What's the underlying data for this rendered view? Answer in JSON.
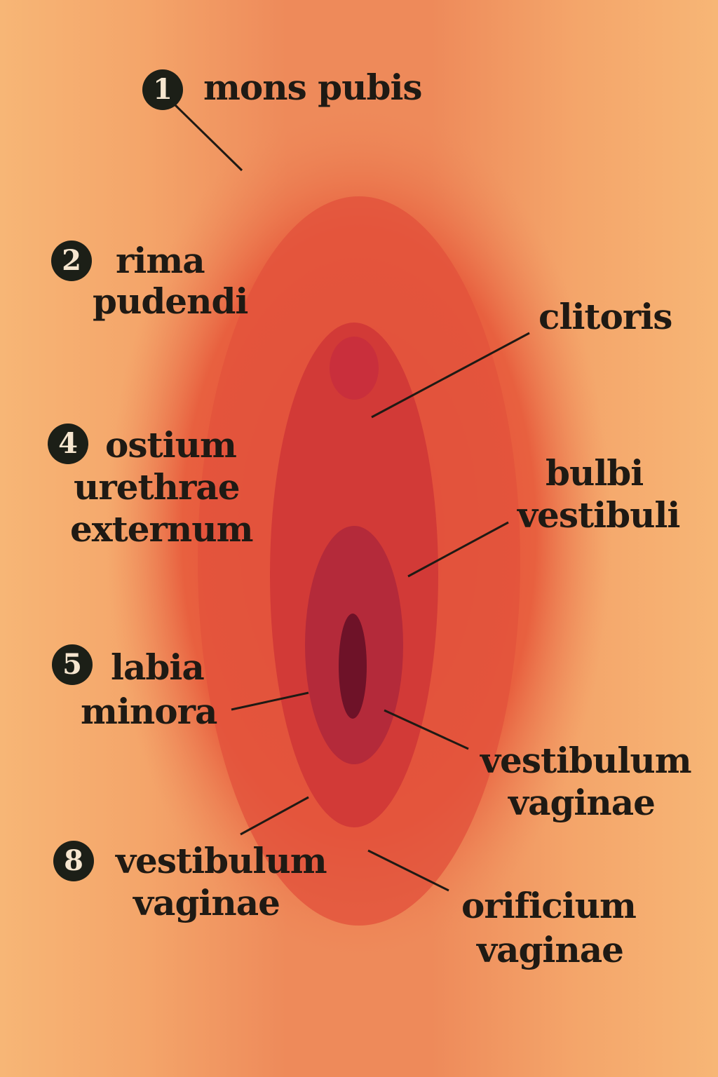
{
  "labels": [
    {
      "number": "1",
      "lines": [
        "mons pubis"
      ]
    },
    {
      "number": "2",
      "lines": [
        "rima",
        "pudendi"
      ]
    },
    {
      "number": "",
      "lines": [
        "clitoris"
      ]
    },
    {
      "number": "4",
      "lines": [
        "ostium",
        "urethrae",
        "externum"
      ]
    },
    {
      "number": "",
      "lines": [
        "bulbi",
        "vestibuli"
      ]
    },
    {
      "number": "5",
      "lines": [
        "labia",
        "minora"
      ]
    },
    {
      "number": "",
      "lines": [
        "vestibulum",
        "vaginae"
      ]
    },
    {
      "number": "8",
      "lines": [
        "vestibulum",
        "vaginae"
      ]
    },
    {
      "number": "",
      "lines": [
        "orificium",
        "vaginae"
      ]
    }
  ],
  "colors": {
    "ink": "#1f1a14",
    "skin": "#f4a56a",
    "tissue": "#e4483a",
    "deep": "#a8203a"
  }
}
